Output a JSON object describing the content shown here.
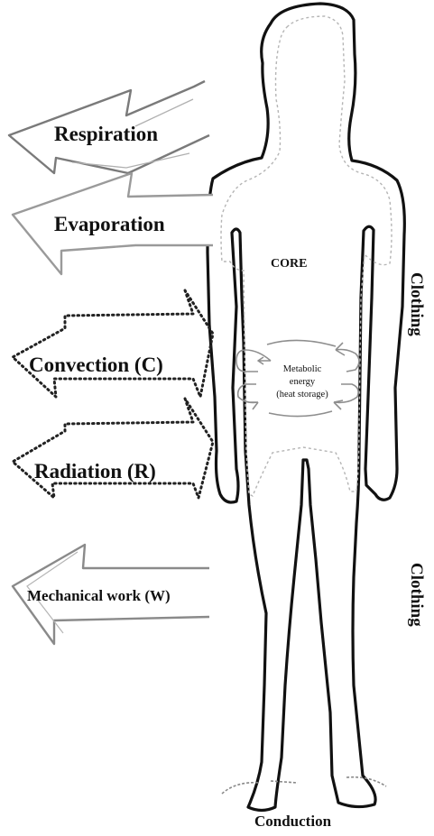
{
  "labels": {
    "respiration": "Respiration",
    "evaporation": "Evaporation",
    "convection": "Convection (C)",
    "radiation": "Radiation (R)",
    "mechanical_work": "Mechanical work (W)",
    "core": "CORE",
    "metabolic_line1": "Metabolic",
    "metabolic_line2": "energy",
    "metabolic_line3": "(heat storage)",
    "clothing_upper": "Clothing",
    "clothing_lower": "Clothing",
    "conduction": "Conduction"
  }
}
